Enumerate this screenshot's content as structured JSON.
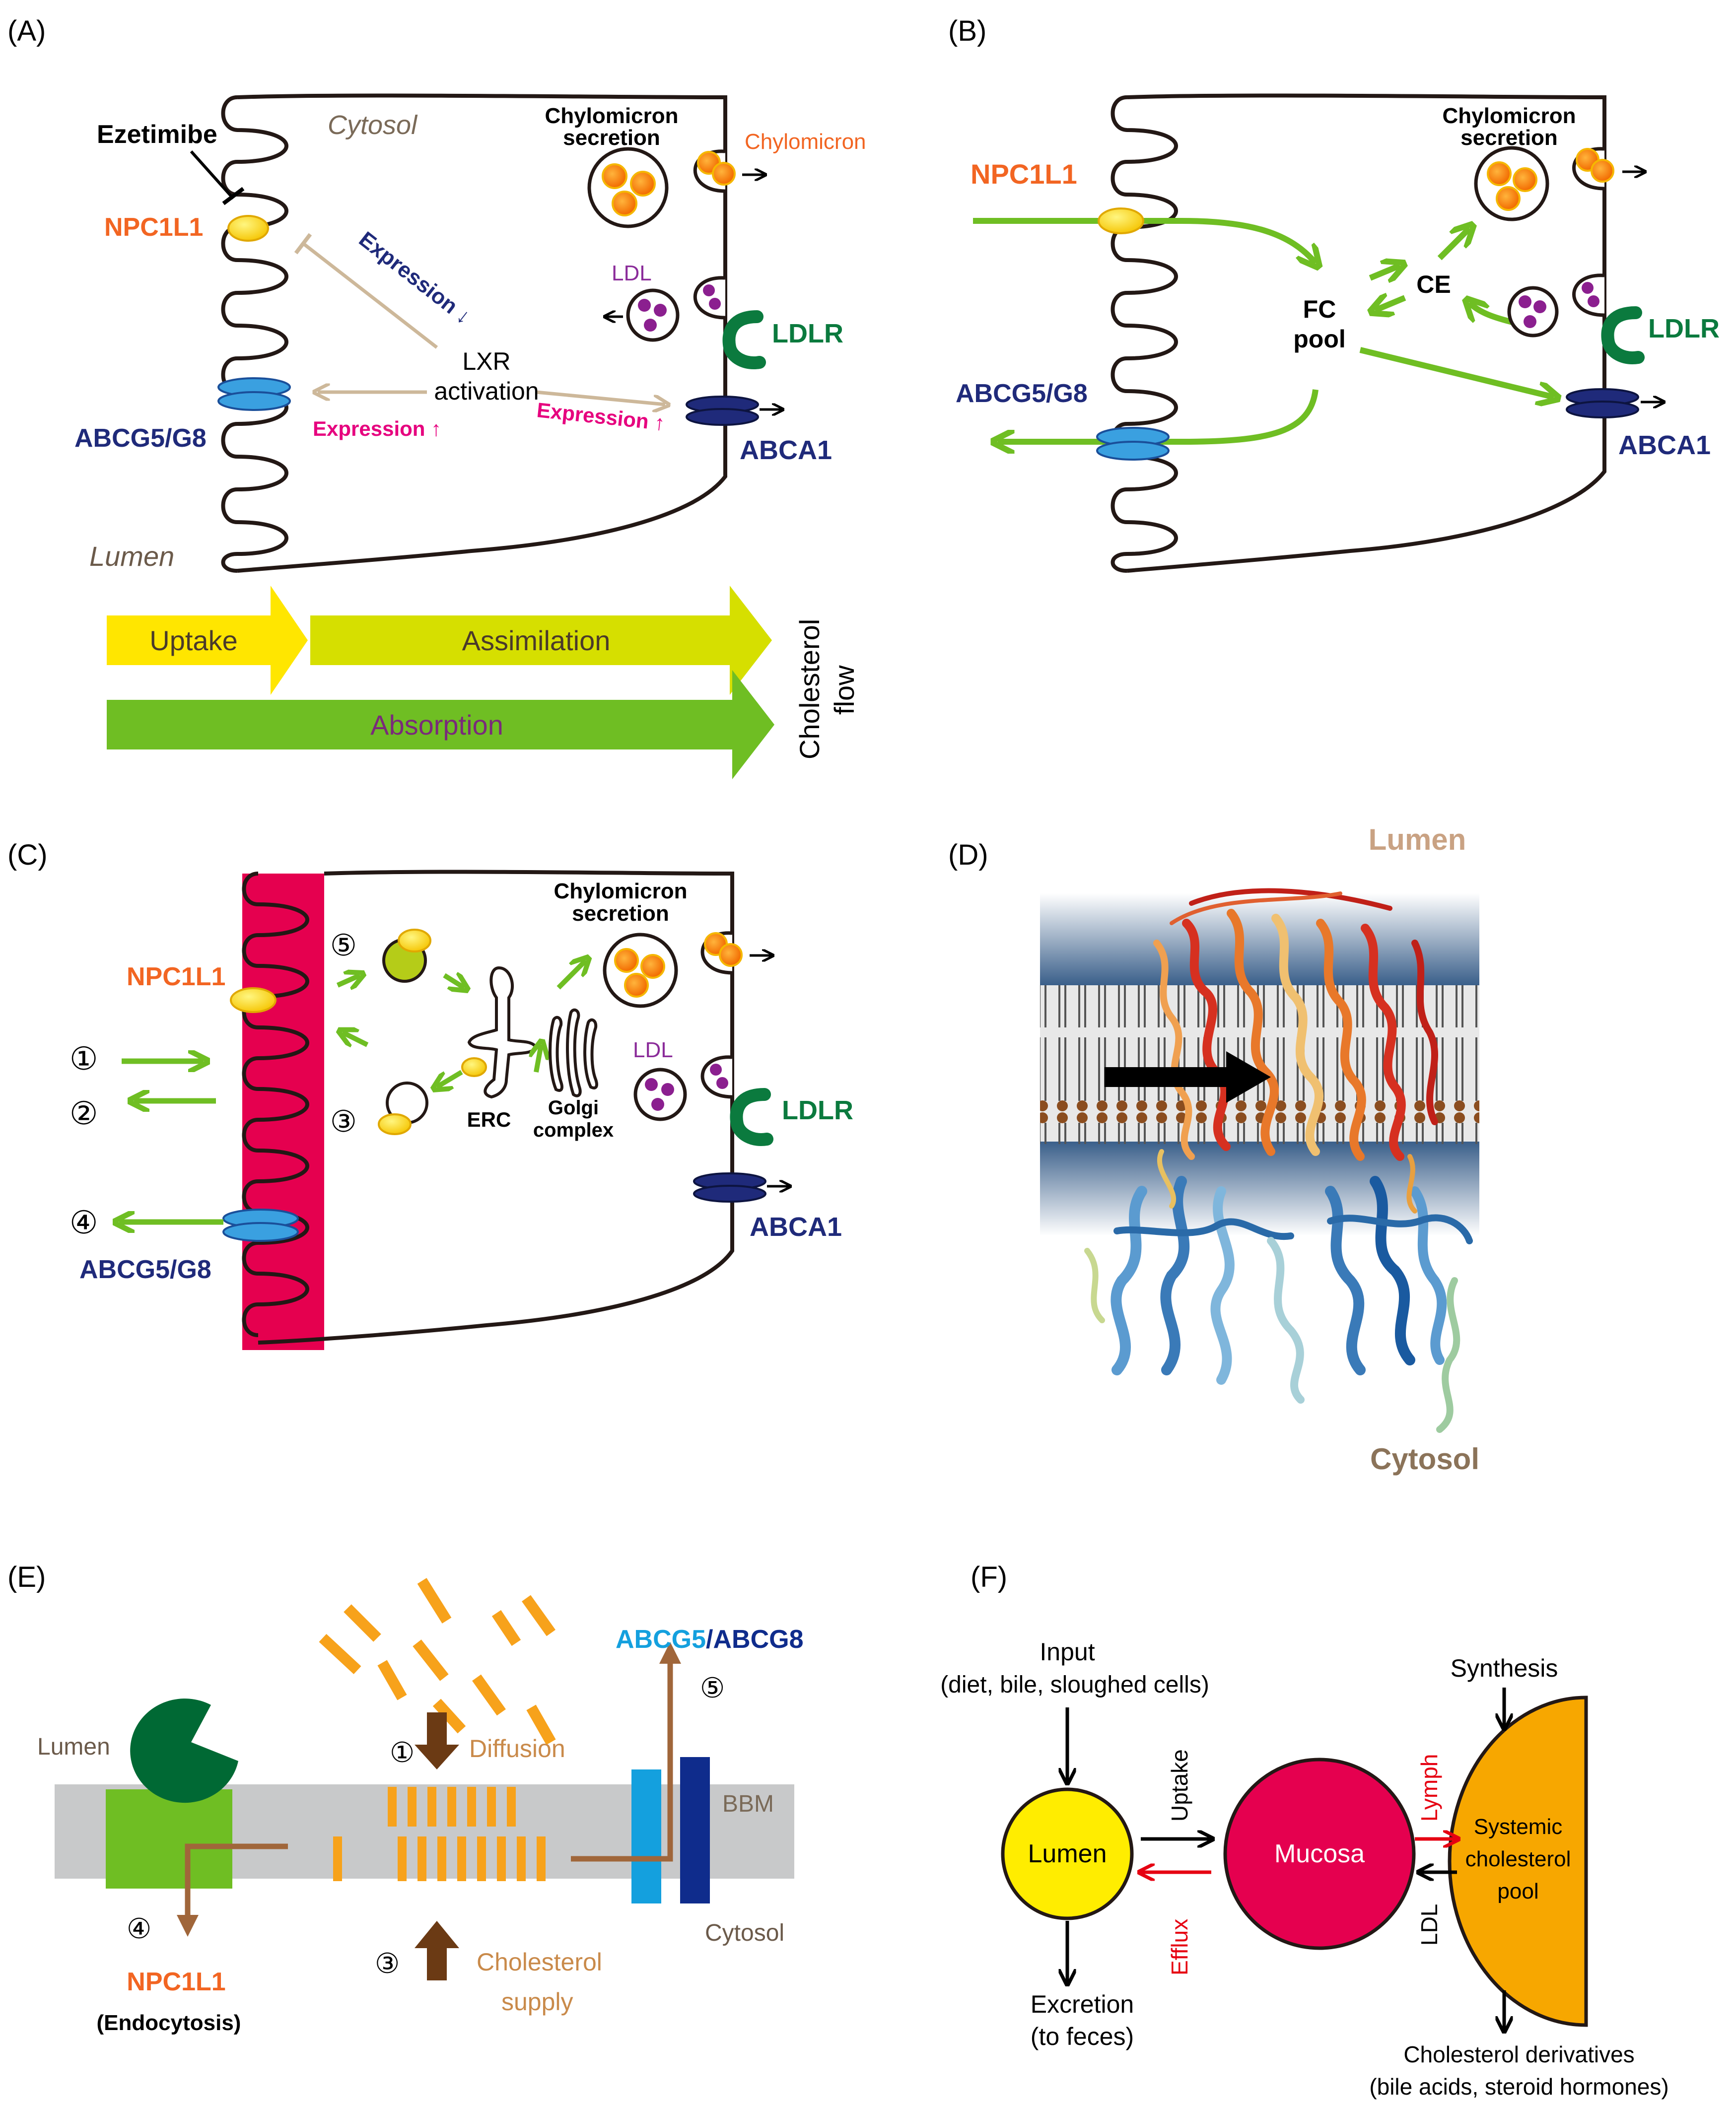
{
  "panels": {
    "a": {
      "label": "(A)",
      "cytosol": "Cytosol",
      "lumen": "Lumen",
      "ezetimibe": "Ezetimibe",
      "npc1l1": "NPC1L1",
      "abcg5g8": "ABCG5/G8",
      "chylo_secretion_1": "Chylomicron",
      "chylo_secretion_2": "secretion",
      "chylomicron": "Chylomicron",
      "ldl": "LDL",
      "ldlr": "LDLR",
      "abca1": "ABCA1",
      "lxr_1": "LXR",
      "lxr_2": "activation",
      "expr_down": "Expression ↓",
      "expr_up_left": "Expression ↑",
      "expr_up_right": "Expression ↑",
      "flow_uptake": "Uptake",
      "flow_assimilation": "Assimilation",
      "flow_absorption": "Absorption",
      "flow_side_1": "Cholesterol",
      "flow_side_2": "flow"
    },
    "b": {
      "label": "(B)",
      "npc1l1": "NPC1L1",
      "abcg5g8": "ABCG5/G8",
      "chylo_secretion_1": "Chylomicron",
      "chylo_secretion_2": "secretion",
      "fc_1": "FC",
      "fc_2": "pool",
      "ce": "CE",
      "ldlr": "LDLR",
      "abca1": "ABCA1"
    },
    "c": {
      "label": "(C)",
      "npc1l1": "NPC1L1",
      "abcg5g8": "ABCG5/G8",
      "chylo_secretion_1": "Chylomicron",
      "chylo_secretion_2": "secretion",
      "ldl": "LDL",
      "ldlr": "LDLR",
      "abca1": "ABCA1",
      "erc": "ERC",
      "golgi_1": "Golgi",
      "golgi_2": "complex",
      "n1": "①",
      "n2": "②",
      "n3": "③",
      "n4": "④",
      "n5": "⑤"
    },
    "d": {
      "label": "(D)",
      "lumen": "Lumen",
      "cytosol": "Cytosol"
    },
    "e": {
      "label": "(E)",
      "lumen": "Lumen",
      "bbm": "BBM",
      "cytosol": "Cytosol",
      "diffusion": "Diffusion",
      "supply_1": "Cholesterol",
      "supply_2": "supply",
      "abcg5": "ABCG5",
      "slash": "/",
      "abcg8": "ABCG8",
      "npc1l1": "NPC1L1",
      "endocytosis": "(Endocytosis)",
      "n1": "①",
      "n3": "③",
      "n4": "④",
      "n5": "⑤"
    },
    "f": {
      "label": "(F)",
      "input_1": "Input",
      "input_2": "(diet, bile, sloughed cells)",
      "lumen": "Lumen",
      "mucosa": "Mucosa",
      "systemic_1": "Systemic",
      "systemic_2": "cholesterol",
      "systemic_3": "pool",
      "uptake": "Uptake",
      "efflux": "Efflux",
      "lymph": "Lymph",
      "ldl": "LDL",
      "synthesis": "Synthesis",
      "excretion_1": "Excretion",
      "excretion_2": "(to feces)",
      "derivatives_1": "Cholesterol derivatives",
      "derivatives_2": "(bile acids, steroid hormones)"
    }
  },
  "colors": {
    "orange_text": "#f26522",
    "navy_text": "#1f2a7a",
    "green_text": "#0b7a3e",
    "magenta_text": "#e6007e",
    "purple_text": "#8b2c9a",
    "tan": "#cdb89a",
    "yellow_arrow": "#ffe600",
    "yellowgreen_arrow": "#d6df00",
    "green_arrow": "#6fbe23",
    "flow_arrow": "#7dc42a",
    "brown": "#a0663a",
    "cholesterol_orange": "#f7a21b",
    "lumen_yellow": "#ffed00",
    "mucosa_red": "#e5004f",
    "systemic_orange": "#f7a700",
    "red_text": "#e60012"
  }
}
